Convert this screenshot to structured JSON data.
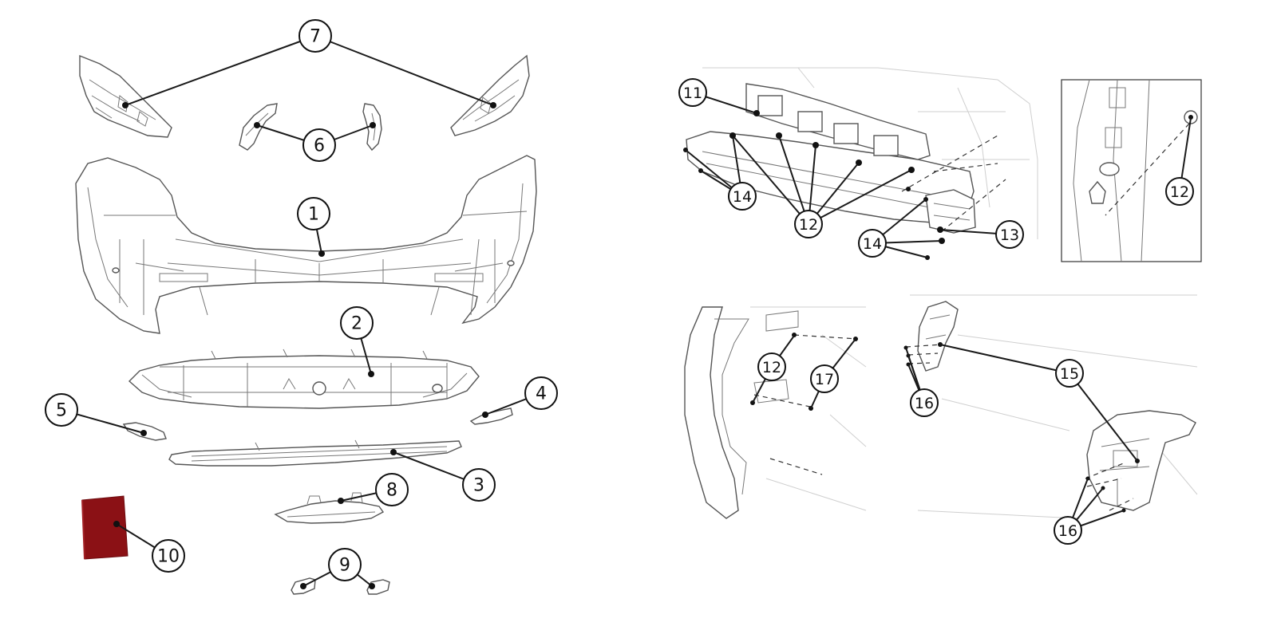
{
  "colors": {
    "line": "#1a1a1a",
    "highlight_part": "#8b1115",
    "background": "#ffffff"
  },
  "callouts": {
    "c1": "1",
    "c2": "2",
    "c3": "3",
    "c4": "4",
    "c5": "5",
    "c6": "6",
    "c7": "7",
    "c8": "8",
    "c9": "9",
    "c10": "10",
    "c11": "11",
    "c12a": "12",
    "c12b": "12",
    "c12c": "12",
    "c13": "13",
    "c14a": "14",
    "c14b": "14",
    "c15": "15",
    "c16a": "16",
    "c16b": "16",
    "c17": "17"
  }
}
